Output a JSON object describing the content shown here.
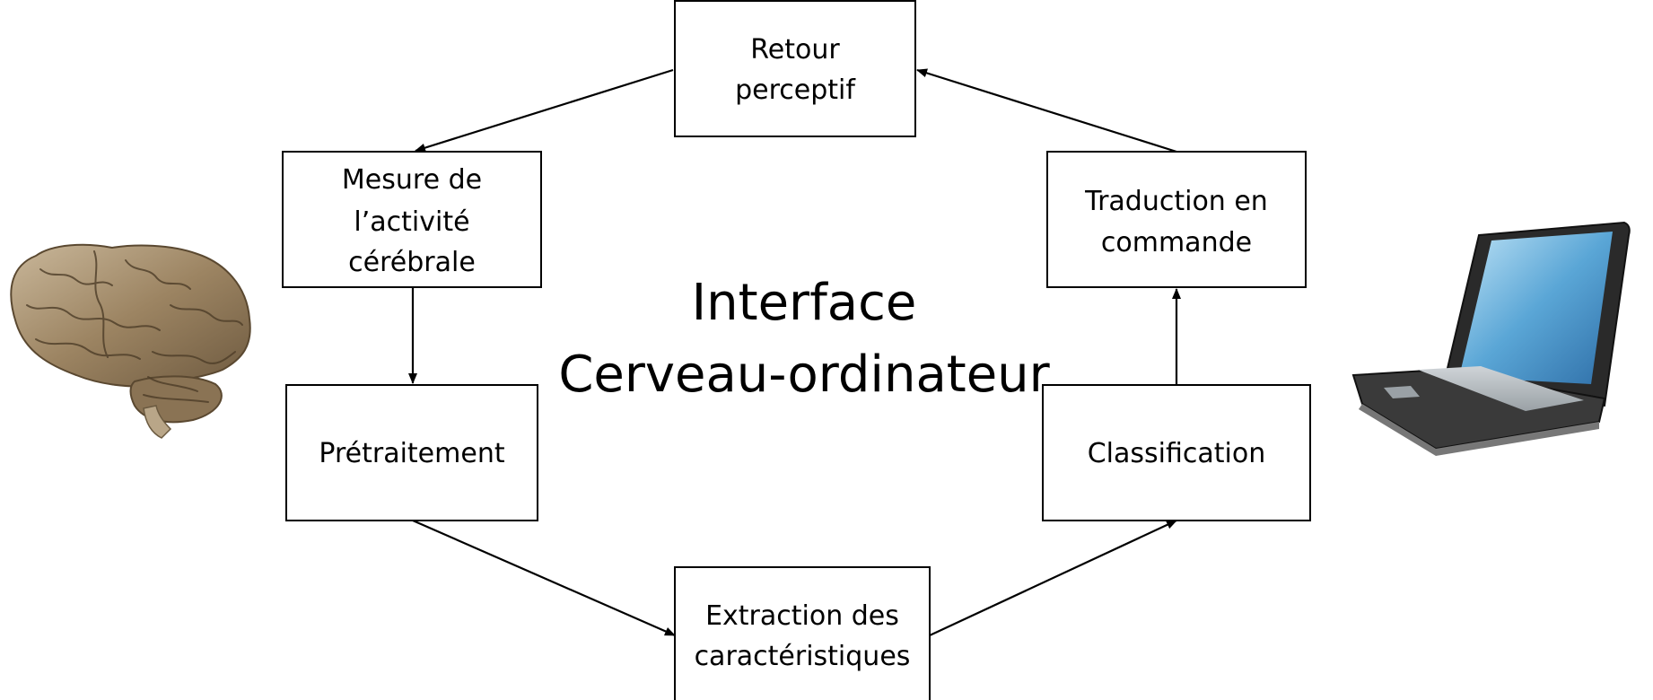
{
  "diagram": {
    "title_line1": "Interface",
    "title_line2": "Cerveau-ordinateur",
    "boxes": {
      "feedback": {
        "lines": [
          "Retour",
          "perceptif"
        ]
      },
      "measure": {
        "lines": [
          "Mesure de",
          "l’activité",
          "cérébrale"
        ]
      },
      "preprocessing": {
        "lines": [
          "Prétraitement"
        ]
      },
      "extraction": {
        "lines": [
          "Extraction des",
          "caractéristiques"
        ]
      },
      "classification": {
        "lines": [
          "Classification"
        ]
      },
      "translation": {
        "lines": [
          "Traduction en",
          "commande"
        ]
      }
    },
    "images": {
      "left": "brain-illustration",
      "right": "laptop-illustration"
    }
  }
}
